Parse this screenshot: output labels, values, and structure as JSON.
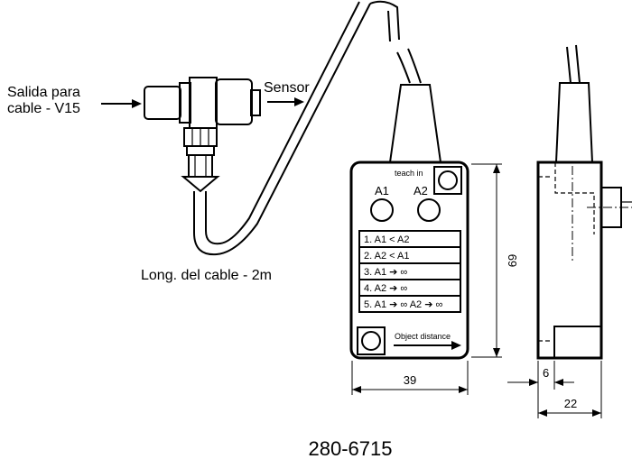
{
  "labels": {
    "output_line1": "Salida para",
    "output_line2": "cable - V15",
    "sensor": "Sensor",
    "cable_length": "Long. del cable - 2m",
    "teach_in": "teach in",
    "a1": "A1",
    "a2": "A2",
    "object_distance": "Object distance",
    "part_number": "280-6715"
  },
  "modes": [
    "1. A1 < A2",
    "2. A2 < A1",
    "3. A1 ➔ ∞",
    "4. A2 ➔ ∞",
    "5. A1 ➔ ∞ A2 ➔ ∞"
  ],
  "dimensions": {
    "height": "69",
    "width": "39",
    "depth": "22",
    "offset": "6"
  }
}
